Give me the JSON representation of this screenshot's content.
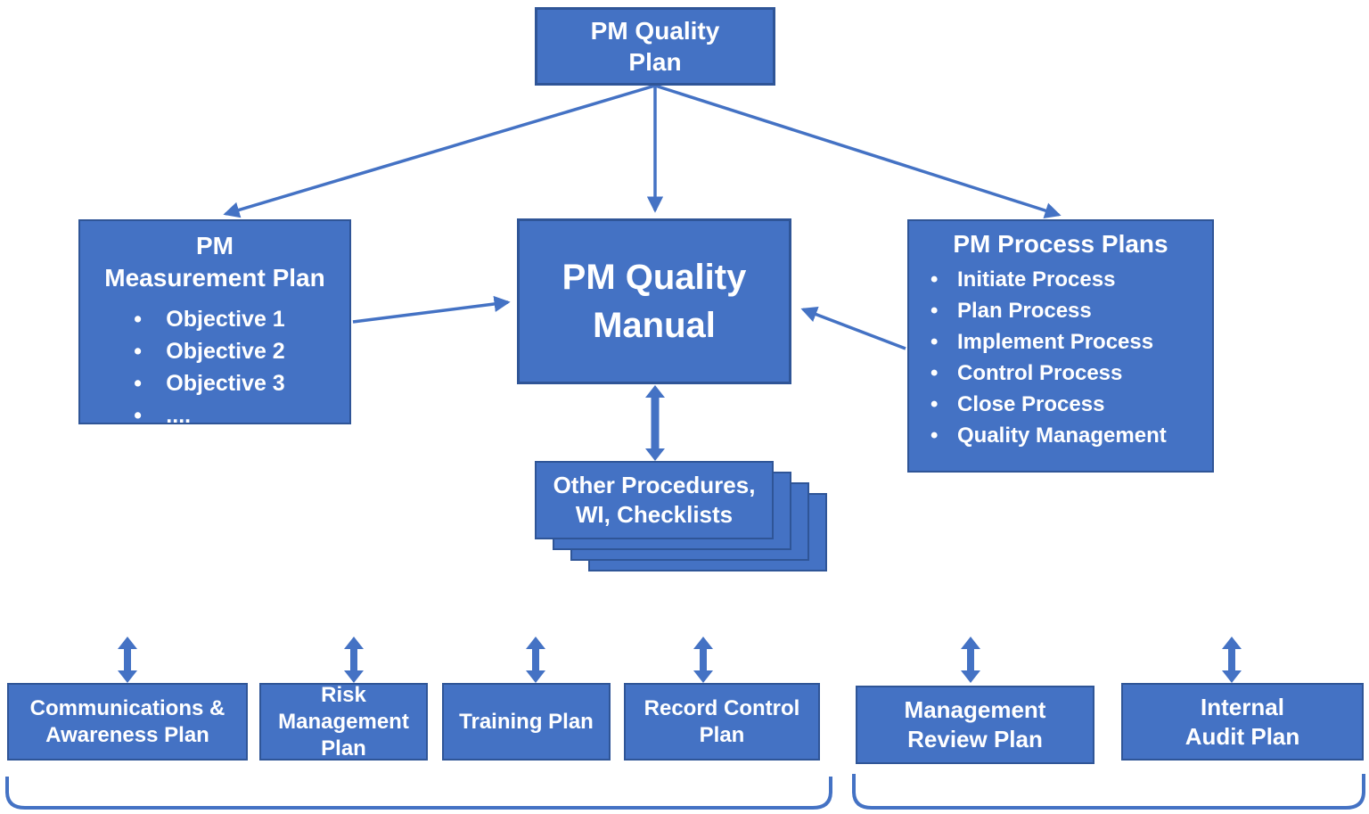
{
  "bullet": "•",
  "colors": {
    "box_fill": "#4472C4",
    "box_border": "#2F5597",
    "connector": "#4472C4",
    "text": "#FFFFFF"
  },
  "nodes": {
    "quality_plan": {
      "line1": "PM Quality",
      "line2": "Plan"
    },
    "measurement_plan": {
      "line1": "PM",
      "line2": "Measurement Plan",
      "bullets": [
        "Objective 1",
        "Objective 2",
        "Objective 3",
        "...."
      ]
    },
    "quality_manual": {
      "line1": "PM Quality",
      "line2": "Manual"
    },
    "process_plans": {
      "title": "PM Process Plans",
      "bullets": [
        "Initiate Process",
        "Plan Process",
        "Implement Process",
        "Control Process",
        "Close Process",
        "Quality Management"
      ]
    },
    "other_procedures": {
      "line1": "Other Procedures,",
      "line2": "WI, Checklists"
    },
    "bottom_plans": [
      {
        "lines": [
          "Communications &",
          "Awareness Plan"
        ]
      },
      {
        "lines": [
          "Risk",
          "Management",
          "Plan"
        ]
      },
      {
        "lines": [
          "Training Plan"
        ]
      },
      {
        "lines": [
          "Record Control",
          "Plan"
        ]
      },
      {
        "lines": [
          "Management",
          "Review Plan"
        ]
      },
      {
        "lines": [
          "Internal",
          "Audit Plan"
        ]
      }
    ]
  }
}
